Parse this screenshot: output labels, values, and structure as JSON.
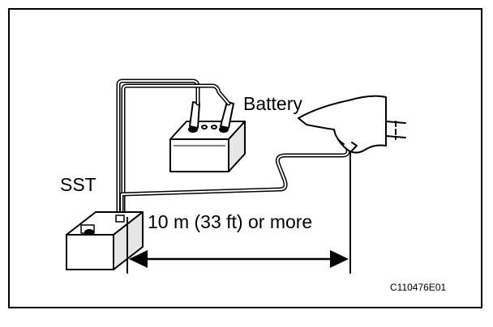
{
  "labels": {
    "battery": "Battery",
    "sst": "SST",
    "distance": "10 m (33 ft) or more",
    "code": "C110476E01"
  }
}
